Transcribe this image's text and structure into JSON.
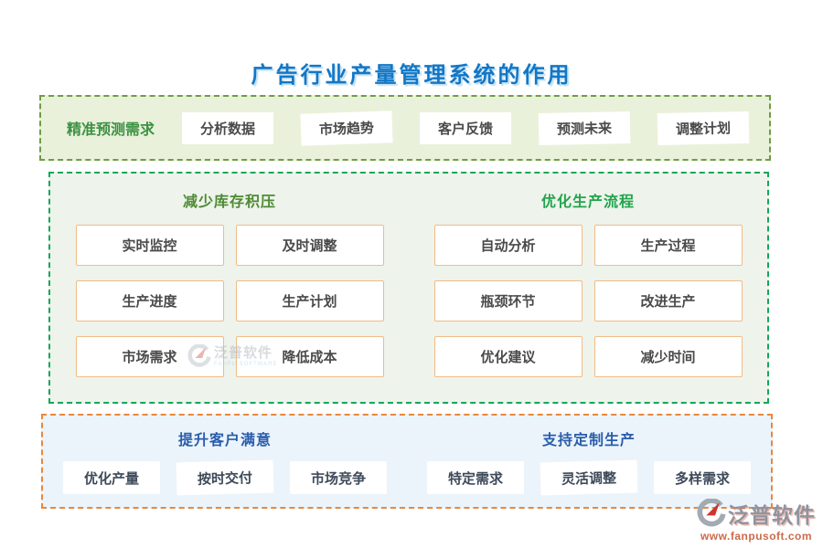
{
  "title": "广告行业产量管理系统的作用",
  "band1": {
    "label": "精准预测需求",
    "items": [
      "分析数据",
      "市场趋势",
      "客户反馈",
      "预测未来",
      "调整计划"
    ]
  },
  "band2": {
    "groups": [
      {
        "title": "减少库存积压",
        "items": [
          "实时监控",
          "及时调整",
          "生产进度",
          "生产计划",
          "市场需求",
          "降低成本"
        ]
      },
      {
        "title": "优化生产流程",
        "items": [
          "自动分析",
          "生产过程",
          "瓶颈环节",
          "改进生产",
          "优化建议",
          "减少时间"
        ]
      }
    ]
  },
  "band3": {
    "groups": [
      {
        "title": "提升客户满意",
        "items": [
          "优化产量",
          "按时交付",
          "市场竞争"
        ]
      },
      {
        "title": "支持定制生产",
        "items": [
          "特定需求",
          "灵活调整",
          "多样需求"
        ]
      }
    ]
  },
  "brand": {
    "name": "泛普软件",
    "watermark_sub": "FANPU SOFTWARE",
    "url": "www.fanpusoft.com"
  },
  "colors": {
    "title_blue": "#1377c5",
    "band1_bg": "#e9f1da",
    "band1_border": "#6f9c47",
    "band1_label_green": "#3c9143",
    "band2_bg": "#eef3ec",
    "band2_border": "#12a75a",
    "band2_left_title_green": "#4e8a33",
    "band2_right_title_green": "#22a44c",
    "pill_border_orange": "#f1bc85",
    "pill_text_gray": "#4a4a4a",
    "band3_bg": "#ebf4fb",
    "band3_border": "#e8883e",
    "band3_title_blue": "#2a5dab",
    "band3_pill_text": "#3e4a5a",
    "brand_red": "#d0342c",
    "brand_gray": "#8e949e",
    "url_orange": "#cd6a4b"
  }
}
